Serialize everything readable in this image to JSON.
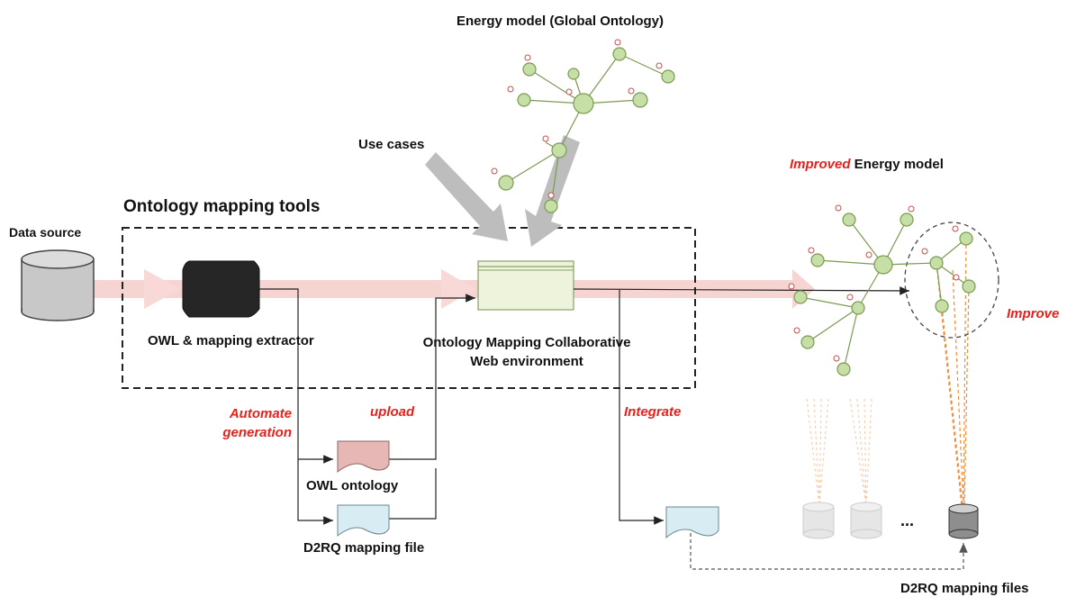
{
  "title_global": "Energy model  (Global  Ontology)",
  "use_cases": "Use cases",
  "tools_title": "Ontology mapping tools",
  "data_source": "Data source",
  "extractor": "OWL & mapping extractor",
  "collab_line1": "Ontology Mapping Collaborative",
  "collab_line2": "Web environment",
  "improved_word": "Improved",
  "improved_rest": " Energy model",
  "improve": "Improve",
  "automate_line1": "Automate",
  "automate_line2": "generation",
  "upload": "upload",
  "integrate": "Integrate",
  "owl_ontology": "OWL ontology",
  "d2rq_file": "D2RQ mapping file",
  "d2rq_files": "D2RQ mapping files",
  "ellipsis": "...",
  "colors": {
    "node_fill": "#c6dfa6",
    "node_stroke": "#7c9a52",
    "flow_arrow": "#f6d4d2",
    "label_red": "#e8201c",
    "use_case_arrow": "#bdbdbd",
    "mapping_lines": "#f08c3a"
  }
}
